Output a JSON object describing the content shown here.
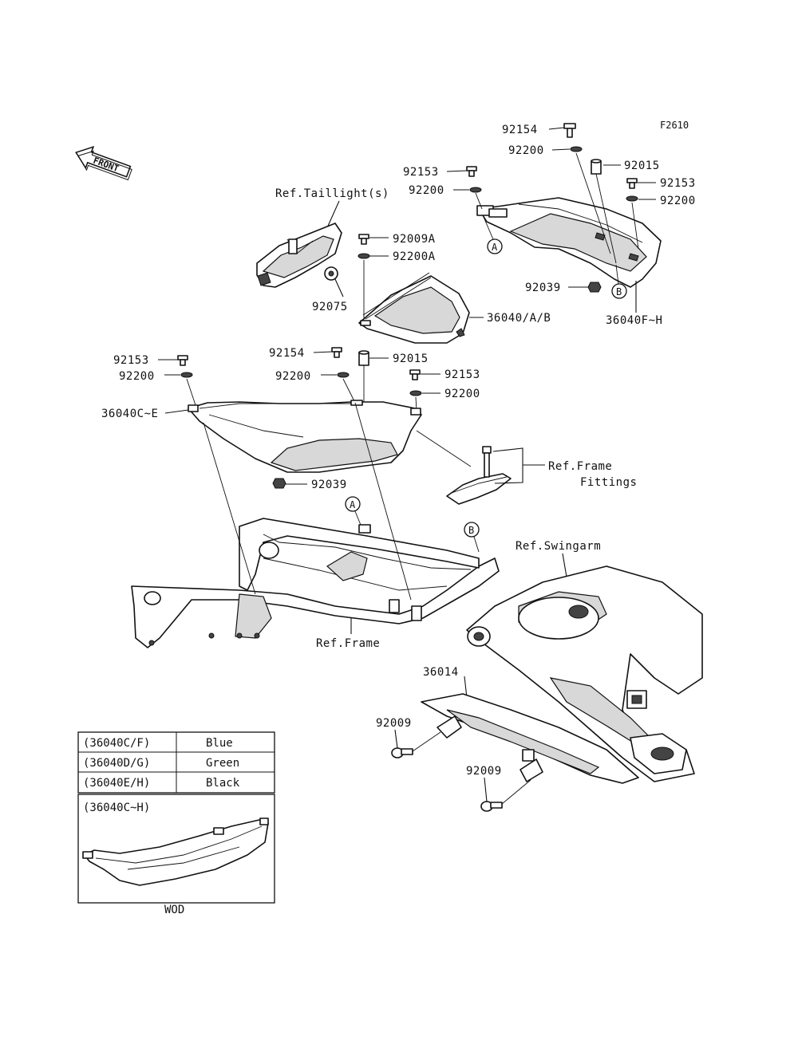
{
  "figure_code": "F2610",
  "front_label": "FRONT",
  "callouts": {
    "c92154_top": "92154",
    "c92200_top": "92200",
    "c92015_top": "92015",
    "c92153_top_left": "92153",
    "c92200_top_left": "92200",
    "c92153_top_right": "92153",
    "c92200_top_right": "92200",
    "c92039_top": "92039",
    "c36040FH": "36040F~H",
    "ref_taillight": "Ref.Taillight(s)",
    "c92009A": "92009A",
    "c92200A": "92200A",
    "c92075": "92075",
    "c36040AB": "36040/A/B",
    "c92153_mid_left": "92153",
    "c92200_mid_left": "92200",
    "c92154_mid": "92154",
    "c92015_mid": "92015",
    "c92200_mid": "92200",
    "c92153_mid_right": "92153",
    "c92200_mid_right": "92200",
    "c36040CE": "36040C~E",
    "c92039_mid": "92039",
    "ref_frame_fittings_1": "Ref.Frame",
    "ref_frame_fittings_2": "Fittings",
    "ref_swingarm": "Ref.Swingarm",
    "ref_frame": "Ref.Frame",
    "c36014": "36014",
    "c92009_left": "92009",
    "c92009_right": "92009",
    "marker_a": "A",
    "marker_b": "B"
  },
  "color_table": {
    "rows": [
      {
        "code": "(36040C/F)",
        "color": "Blue"
      },
      {
        "code": "(36040D/G)",
        "color": "Green"
      },
      {
        "code": "(36040E/H)",
        "color": "Black"
      }
    ]
  },
  "inset": {
    "title": "(36040C~H)",
    "caption": "WOD"
  }
}
